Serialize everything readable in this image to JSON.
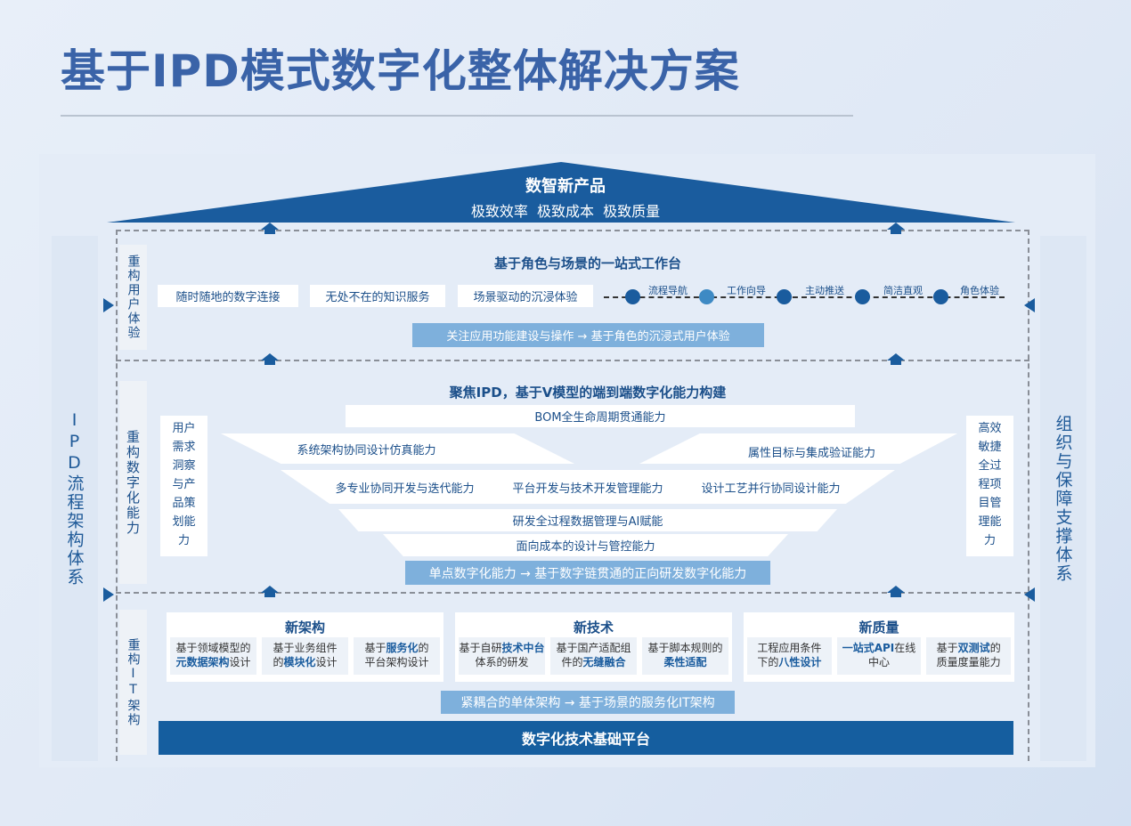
{
  "title": "基于IPD模式数字化整体解决方案",
  "roof": {
    "title": "数智新产品",
    "subtitle": "极致效率  极致成本  极致质量"
  },
  "left_pillar": "IPD流程架构体系",
  "right_pillar": "组织与保障支撑体系",
  "ux": {
    "label": "重构用户体验",
    "heading": "基于角色与场景的一站式工作台",
    "boxes": [
      "随时随地的数字连接",
      "无处不在的知识服务",
      "场景驱动的沉浸体验"
    ],
    "steps": [
      "流程导航",
      "工作向导",
      "主动推送",
      "简洁直观",
      "角色体验"
    ],
    "banner": "关注应用功能建设与操作 → 基于角色的沉浸式用户体验"
  },
  "digital": {
    "label": "重构数字化能力",
    "heading": "聚焦IPD，基于V模型的端到端数字化能力构建",
    "left_box": [
      "用户",
      "需求",
      "洞察",
      "与产",
      "品策",
      "划能",
      "力"
    ],
    "right_box": [
      "高效",
      "敏捷",
      "全过",
      "程项",
      "目管",
      "理能",
      "力"
    ],
    "bom": "BOM全生命周期贯通能力",
    "left_wing": "系统架构协同设计仿真能力",
    "right_wing": "属性目标与集成验证能力",
    "row3": [
      "多专业协同开发与迭代能力",
      "平台开发与技术开发管理能力",
      "设计工艺并行协同设计能力"
    ],
    "row4": "研发全过程数据管理与AI赋能",
    "row5": "面向成本的设计与管控能力",
    "banner": "单点数字化能力 → 基于数字链贯通的正向研发数字化能力"
  },
  "it": {
    "label": "重构IT架构",
    "cards": [
      {
        "title": "新架构",
        "items": [
          [
            "基于领域模型的",
            "元数据架构",
            "设计"
          ],
          [
            "基于业务组件",
            "的",
            "模块化",
            "设计"
          ],
          [
            "基于",
            "服务化",
            "的",
            "平台架构设计"
          ]
        ]
      },
      {
        "title": "新技术",
        "items": [
          [
            "基于自研",
            "技术中台",
            "体系的研发"
          ],
          [
            "基于国产适配组",
            "件的",
            "无缝融合"
          ],
          [
            "基于脚本规则的",
            "柔性适配"
          ]
        ]
      },
      {
        "title": "新质量",
        "items": [
          [
            "工程应用条件",
            "下的",
            "八性设计"
          ],
          [
            "一站式API",
            "在线",
            "中心"
          ],
          [
            "基于",
            "双测试",
            "的",
            "质量度量能力"
          ]
        ]
      }
    ],
    "banner": "紧耦合的单体架构 → 基于场景的服务化IT架构",
    "base": "数字化技术基础平台"
  }
}
